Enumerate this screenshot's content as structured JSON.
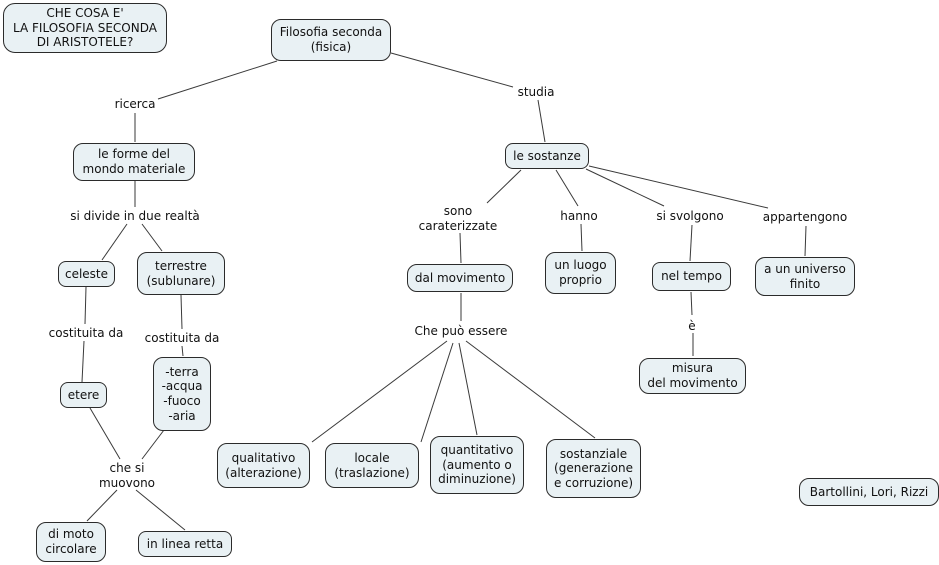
{
  "colors": {
    "background": "#ffffff",
    "node_fill": "#e9f1f4",
    "node_border": "#2b2b2b",
    "line": "#3a3a3a",
    "text": "#111111"
  },
  "nodes": {
    "question": {
      "label": "CHE COSA E'\nLA FILOSOFIA SECONDA\nDI ARISTOTELE?"
    },
    "filosofia": {
      "label": "Filosofia seconda\n(fisica)"
    },
    "ricerca": {
      "label": "ricerca"
    },
    "studia": {
      "label": "studia"
    },
    "forme": {
      "label": "le forme del\nmondo materiale"
    },
    "si_divide": {
      "label": "si divide in due realtà"
    },
    "celeste": {
      "label": "celeste"
    },
    "terrestre": {
      "label": "terrestre\n(sublunare)"
    },
    "costituita_sx": {
      "label": "costituita da"
    },
    "costituita_dx": {
      "label": "costituita da"
    },
    "etere": {
      "label": "etere"
    },
    "elementi": {
      "label": "-terra\n-acqua\n-fuoco\n-aria"
    },
    "che_si_muovono": {
      "label": "che si\nmuovono"
    },
    "moto_circolare": {
      "label": "di moto\ncircolare"
    },
    "linea_retta": {
      "label": "in linea retta"
    },
    "sostanze": {
      "label": "le sostanze"
    },
    "sono_caraterizzate": {
      "label": "sono\ncaraterizzate"
    },
    "hanno": {
      "label": "hanno"
    },
    "si_svolgono": {
      "label": "si svolgono"
    },
    "appartengono": {
      "label": "appartengono"
    },
    "dal_movimento": {
      "label": "dal movimento"
    },
    "luogo_proprio": {
      "label": "un luogo\nproprio"
    },
    "nel_tempo": {
      "label": "nel tempo"
    },
    "universo_finito": {
      "label": "a un universo\nfinito"
    },
    "che_puo_essere": {
      "label": "Che può essere"
    },
    "e": {
      "label": "è"
    },
    "misura": {
      "label": "misura\ndel movimento"
    },
    "qualitativo": {
      "label": "qualitativo\n(alterazione)"
    },
    "locale": {
      "label": "locale\n(traslazione)"
    },
    "quantitativo": {
      "label": "quantitativo\n(aumento o\ndiminuzione)"
    },
    "sostanziale": {
      "label": "sostanziale\n(generazione\ne corruzione)"
    },
    "authors": {
      "label": "Bartollini, Lori, Rizzi"
    }
  },
  "edges": [
    [
      "filosofia",
      "ricerca"
    ],
    [
      "ricerca",
      "forme"
    ],
    [
      "forme",
      "si_divide"
    ],
    [
      "si_divide",
      "celeste"
    ],
    [
      "si_divide",
      "terrestre"
    ],
    [
      "celeste",
      "costituita_sx"
    ],
    [
      "costituita_sx",
      "etere"
    ],
    [
      "terrestre",
      "costituita_dx"
    ],
    [
      "costituita_dx",
      "elementi"
    ],
    [
      "etere",
      "che_si_muovono"
    ],
    [
      "elementi",
      "che_si_muovono"
    ],
    [
      "che_si_muovono",
      "moto_circolare"
    ],
    [
      "che_si_muovono",
      "linea_retta"
    ],
    [
      "filosofia",
      "studia"
    ],
    [
      "studia",
      "sostanze"
    ],
    [
      "sostanze",
      "sono_caraterizzate"
    ],
    [
      "sostanze",
      "hanno"
    ],
    [
      "sostanze",
      "si_svolgono"
    ],
    [
      "sostanze",
      "appartengono"
    ],
    [
      "sono_caraterizzate",
      "dal_movimento"
    ],
    [
      "hanno",
      "luogo_proprio"
    ],
    [
      "si_svolgono",
      "nel_tempo"
    ],
    [
      "appartengono",
      "universo_finito"
    ],
    [
      "dal_movimento",
      "che_puo_essere"
    ],
    [
      "che_puo_essere",
      "qualitativo"
    ],
    [
      "che_puo_essere",
      "locale"
    ],
    [
      "che_puo_essere",
      "quantitativo"
    ],
    [
      "che_puo_essere",
      "sostanziale"
    ],
    [
      "nel_tempo",
      "e"
    ],
    [
      "e",
      "misura"
    ]
  ]
}
